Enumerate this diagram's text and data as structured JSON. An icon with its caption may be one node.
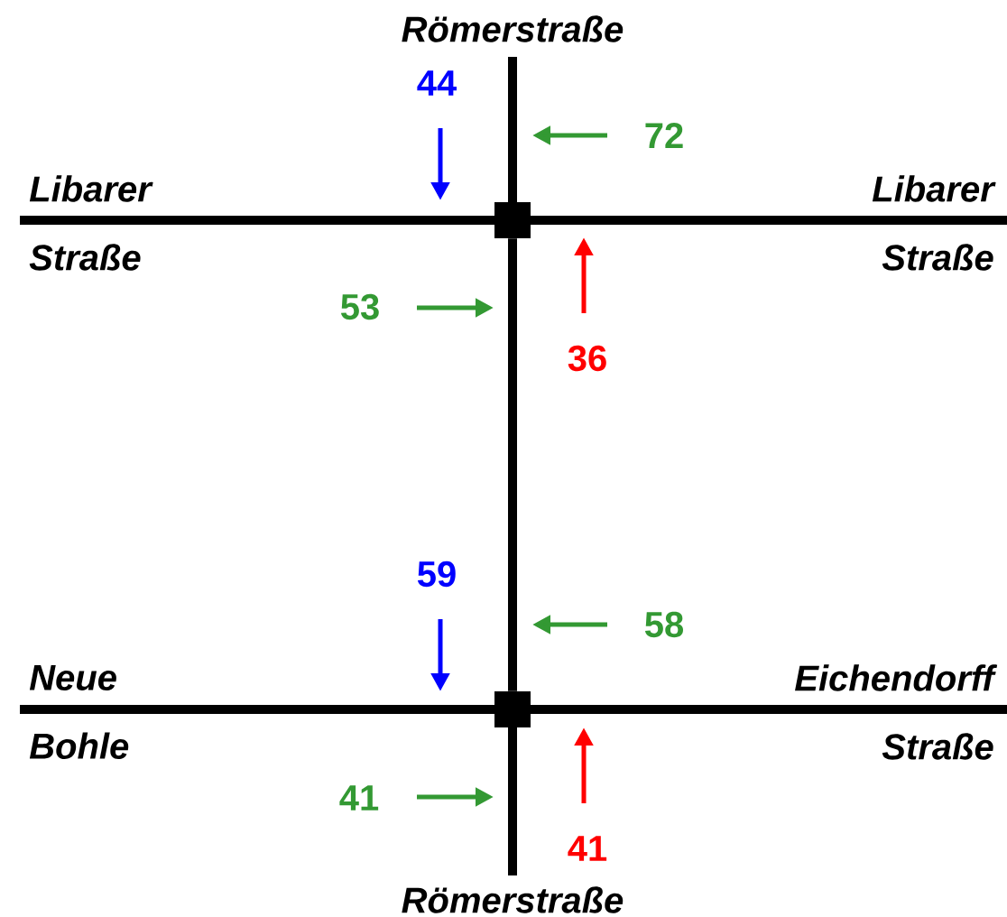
{
  "diagram": {
    "nodes": [
      {
        "text": [],
        "shape": "box"
      },
      {
        "text": [],
        "shape": "box"
      }
    ],
    "edges": [
      {
        "from": 0,
        "to": 1,
        "arrow": "none"
      }
    ],
    "labels": [
      "Römerstraße",
      "44",
      "72",
      "Libarer Straße",
      "Libarer Straße",
      "53",
      "36",
      "59",
      "58",
      "Neue Bohle",
      "Eichendorff Straße",
      "41",
      "41",
      "Römerstraße"
    ]
  }
}
